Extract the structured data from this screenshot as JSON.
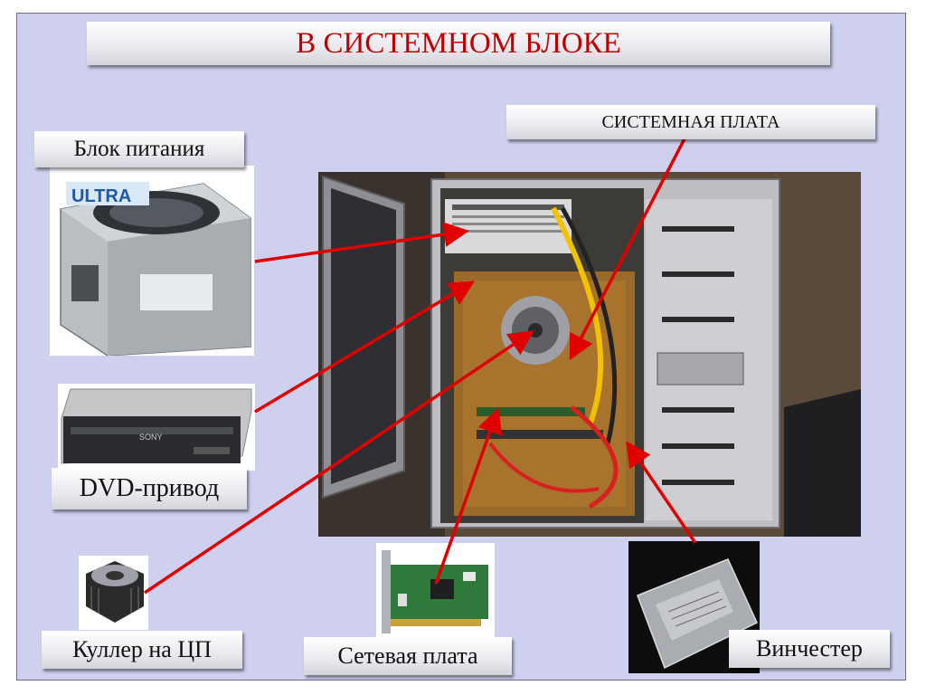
{
  "title": "В  СИСТЕМНОМ  БЛОКЕ",
  "labels": {
    "motherboard": "СИСТЕМНАЯ ПЛАТА",
    "psu": "Блок питания",
    "dvd": "DVD-привод",
    "cpu_cooler": "Куллер на ЦП",
    "network_card": "Сетевая плата",
    "hdd": "Винчестер"
  },
  "colors": {
    "background": "#cfd0ee",
    "title": "#c00000",
    "arrow": "#e00000"
  },
  "icons": [
    "psu-image",
    "dvd-drive-image",
    "cpu-cooler-image",
    "network-card-image",
    "hard-drive-image",
    "pc-case-photo"
  ]
}
